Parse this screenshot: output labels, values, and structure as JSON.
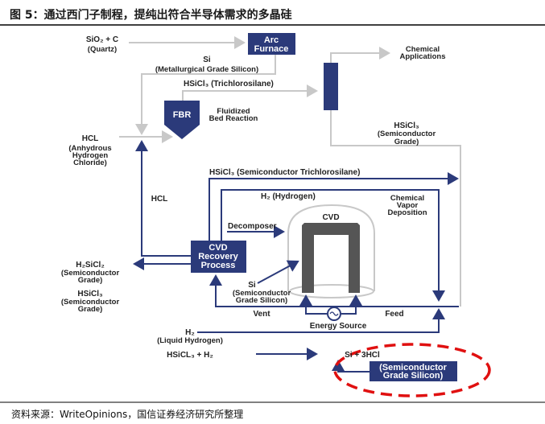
{
  "title": "图 5：通过西门子制程，提纯出符合半导体需求的多晶硅",
  "source": "资料来源：WriteOpinions，国信证券经济研究所整理",
  "colors": {
    "navy": "#2b3a7a",
    "gray_line": "#c8c8c8",
    "highlight": "#e01010",
    "cvd_dark": "#555555"
  },
  "diagram": {
    "sio2": "SiO₂ + C",
    "quartz": "(Quartz)",
    "arc_furnace": [
      "Arc",
      "Furnace"
    ],
    "si": "Si",
    "mg_silicon": "(Metallurgical Grade Silicon)",
    "trichlorosilane": "HSiCl₃ (Trichlorosilane)",
    "fbr": "FBR",
    "fluidized": [
      "Fluidized",
      "Bed Reaction"
    ],
    "chemical_applications": [
      "Chemical",
      "Applications"
    ],
    "hsicl3_sg": [
      "HSiCl₃",
      "(Semiconductor",
      "Grade)"
    ],
    "hcl_in": [
      "HCL",
      "(Anhydrous",
      "Hydrogen",
      "Chloride)"
    ],
    "hcl": "HCL",
    "semi_trichlorosilane": "HSiCl₃ (Semiconductor Trichlorosilane)",
    "hydrogen": "H₂ (Hydrogen)",
    "cvd_label": [
      "Chemical",
      "Vapor",
      "Deposition"
    ],
    "decomposer": "Decomposer",
    "cvd": "CVD",
    "recovery": [
      "CVD",
      "Recovery",
      "Process"
    ],
    "h2sicl2": [
      "H₂SiCl₂",
      "(Semiconductor",
      "Grade)"
    ],
    "hsicl3_out": [
      "HSiCl₃",
      "(Semiconductor",
      "Grade)"
    ],
    "si_sg": [
      "Si",
      "(Semiconductor",
      "Grade Silicon)"
    ],
    "vent": "Vent",
    "feed": "Feed",
    "energy_source": "Energy Source",
    "liquid_h2": [
      "H₂",
      "(Liquid Hydrogen)"
    ],
    "reaction_left": "HSiCL₃ + H₂",
    "reaction_right": "Si + 3HCl",
    "sg_silicon_box": [
      "(Semiconductor",
      "Grade Silicon)"
    ]
  }
}
